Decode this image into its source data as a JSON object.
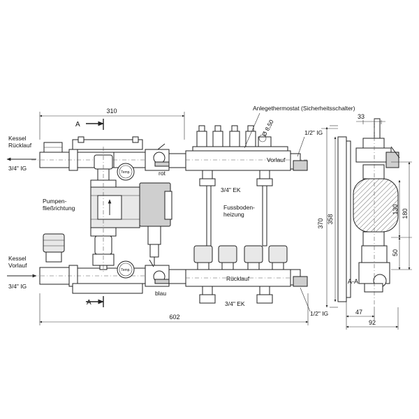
{
  "labels": {
    "dim_310": "310",
    "dim_602": "602",
    "section_a_top": "A",
    "section_a_bottom": "A",
    "kessel_ruecklauf_1": "Kessel",
    "kessel_ruecklauf_2": "Rücklauf",
    "kessel_vorlauf_1": "Kessel",
    "kessel_vorlauf_2": "Vorlauf",
    "ig_top": "3/4\" IG",
    "ig_bottom": "3/4\" IG",
    "pumpen_1": "Pumpen-",
    "pumpen_2": "fließrichtung",
    "temp_top": "Temp.",
    "temp_bottom": "Temp.",
    "rot": "rot",
    "blau": "blau",
    "anlegethermostat": "Anlegethermostat (Sicherheitsschalter)",
    "dia_850": "Ø 8,50",
    "half_ig_top": "1/2\" IG",
    "half_ig_bottom": "1/2\" IG",
    "vorlauf": "Vorlauf",
    "ruecklauf": "Rücklauf",
    "ek_top": "3/4\" EK",
    "ek_bottom": "3/4\" EK",
    "fussboden_1": "Fussboden-",
    "fussboden_2": "heizung",
    "dim_33": "33",
    "dim_370": "370",
    "dim_358": "358",
    "dim_130": "130",
    "dim_180": "180",
    "dim_50": "50",
    "dim_47": "47",
    "dim_92": "92",
    "section_aa": "A-A"
  }
}
